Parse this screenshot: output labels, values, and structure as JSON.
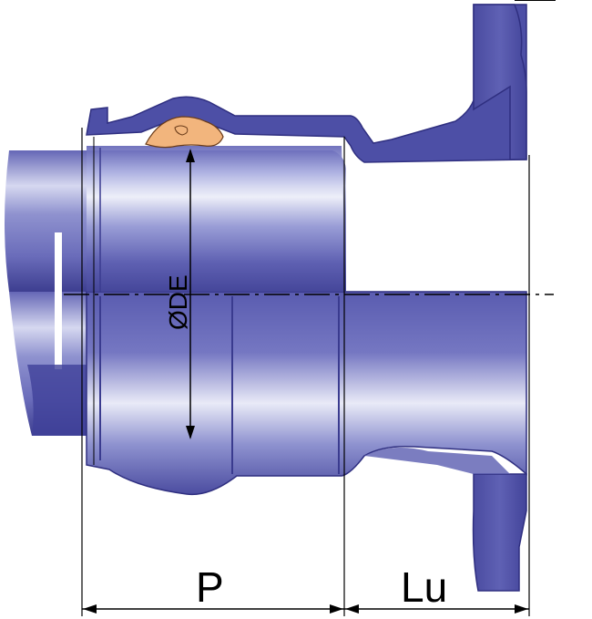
{
  "diagram": {
    "labels": {
      "diameter": "ØDE",
      "socket_depth": "P",
      "useful_length": "Lu"
    },
    "parts": {
      "socket_fitting": "socket-flange-fitting",
      "spigot_pipe": "spigot-pipe",
      "gasket": "gasket-seal",
      "flange": "flange"
    },
    "colors": {
      "metal_dark": "#3f3f94",
      "metal_mid": "#5a5cb0",
      "metal_light": "#c5c8ea",
      "gasket": "#f2b57d",
      "line": "#000000",
      "background": "#ffffff"
    }
  }
}
